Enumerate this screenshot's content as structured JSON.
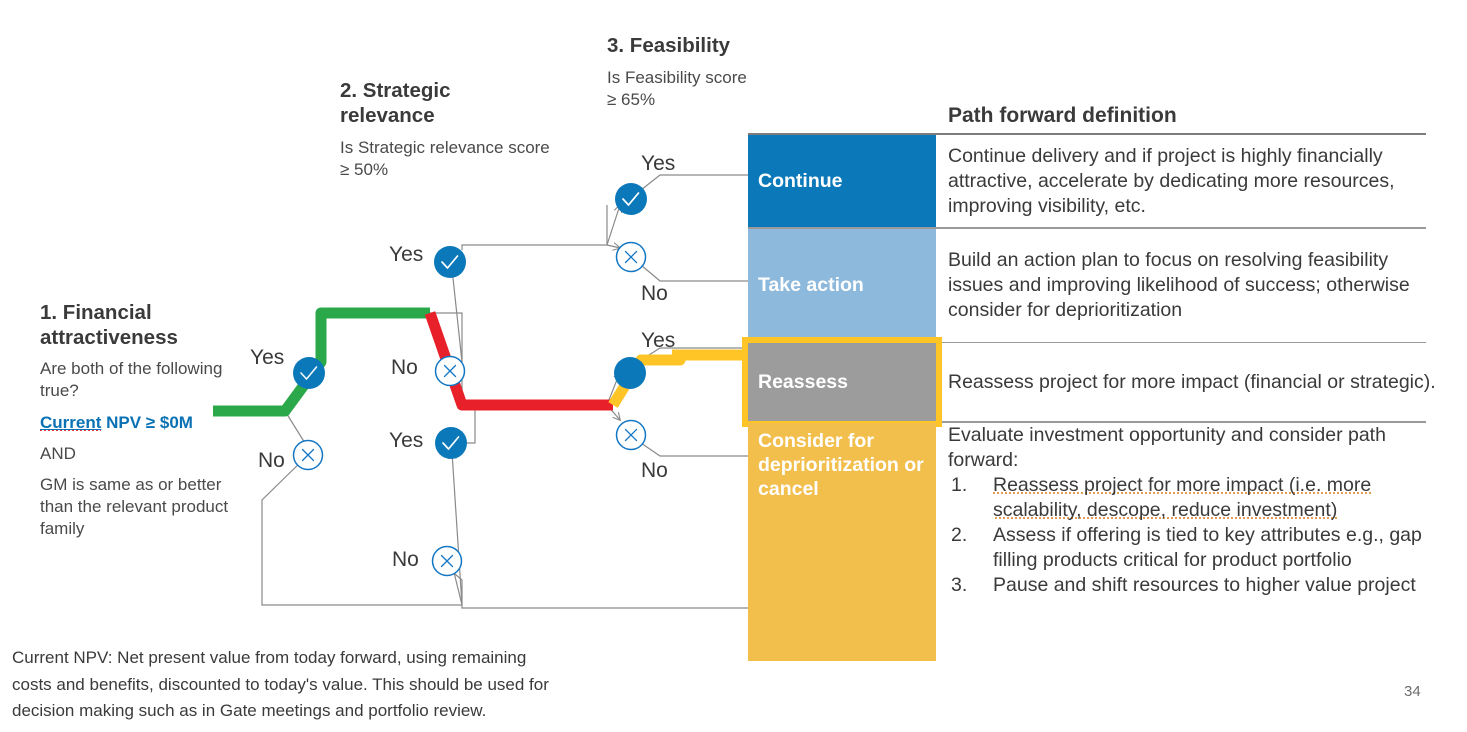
{
  "stages": [
    {
      "title": "1. Financial\nattractiveness",
      "title_line1": "1. Financial",
      "title_line2": "attractiveness",
      "question": "Are both of the following true?",
      "criterion_link_word": "Current",
      "criterion_rest": " NPV ≥ $0M",
      "conjunction": "AND",
      "criterion2": "GM is same as or better than the relevant product family"
    },
    {
      "title_line1": "2. Strategic",
      "title_line2": "relevance",
      "question": "Is Strategic relevance score ≥ 50%"
    },
    {
      "title_line1": "3. Feasibility",
      "title_line2": "",
      "question": "Is Feasibility score ≥ 65%"
    }
  ],
  "branch_labels": {
    "s1_yes": "Yes",
    "s1_no": "No",
    "s2_top_yes": "Yes",
    "s2_top_no": "No",
    "s2_bot_yes": "Yes",
    "s2_bot_no": "No",
    "s3_top_yes": "Yes",
    "s3_top_no": "No",
    "s3_bot_yes": "Yes",
    "s3_bot_no": "No"
  },
  "panel": {
    "title": "Path forward definition",
    "rows": [
      {
        "label": "Continue",
        "chip_color": "#0A78B9",
        "text": "Continue delivery and if project is highly financially attractive, accelerate by dedicating more resources, improving visibility, etc.",
        "highlighted": false
      },
      {
        "label": "Take action",
        "chip_color": "#8DB9DC",
        "text": "Build an action plan to focus on resolving feasibility issues and improving likelihood of success; otherwise consider for deprioritization",
        "highlighted": false
      },
      {
        "label": "Reassess",
        "chip_color": "#9C9C9C",
        "text": "Reassess project for more impact (financial or strategic).",
        "highlighted": true,
        "highlight_color": "#FFC425"
      },
      {
        "label": "Consider for deprioritization or cancel",
        "chip_color": "#F2BE4C",
        "intro": "Evaluate investment opportunity and consider path forward:",
        "items": [
          "Reassess project for more impact (i.e. more scalability, descope, reduce investment)",
          "Assess if offering is tied to key attributes e.g., gap filling products critical for product portfolio",
          "Pause and shift resources to higher value project"
        ],
        "highlighted": false
      }
    ]
  },
  "footnote": "Current NPV: Net present value from today forward, using remaining costs and benefits, discounted to today's value. This should be used for decision making such as in Gate meetings and portfolio review.",
  "page_number": "34",
  "colors": {
    "green_path": "#2BA84A",
    "red_path": "#E8202A",
    "yellow_path": "#FFC425",
    "node_blue": "#0A78B9",
    "line_gray": "#8A8A8A",
    "text_dark": "#3A3A3A"
  },
  "icons": {
    "yes_node": "check-circle-icon",
    "no_node": "x-circle-icon"
  }
}
